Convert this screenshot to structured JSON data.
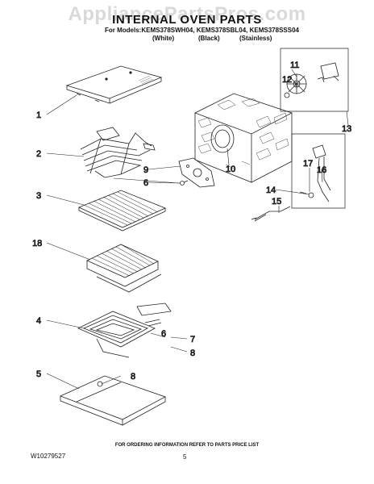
{
  "watermark": "AppliancePartsPros.com",
  "header": {
    "title": "INTERNAL OVEN PARTS",
    "models": "For Models:KEMS378SWH04, KEMS378SBL04, KEMS378SSS04",
    "colors": [
      "(White)",
      "(Black)",
      "(Stainless)"
    ]
  },
  "callouts": {
    "c1": "1",
    "c2": "2",
    "c3": "3",
    "c4": "4",
    "c5": "5",
    "c6a": "6",
    "c6b": "6",
    "c7": "7",
    "c8a": "8",
    "c8b": "8",
    "c9": "9",
    "c10": "10",
    "c11": "11",
    "c12": "12",
    "c13": "13",
    "c14": "14",
    "c15": "15",
    "c16": "16",
    "c17": "17",
    "c18": "18"
  },
  "footer": {
    "note": "FOR ORDERING INFORMATION REFER TO PARTS PRICE LIST",
    "doc_number": "W10279527",
    "page_number": "5"
  }
}
